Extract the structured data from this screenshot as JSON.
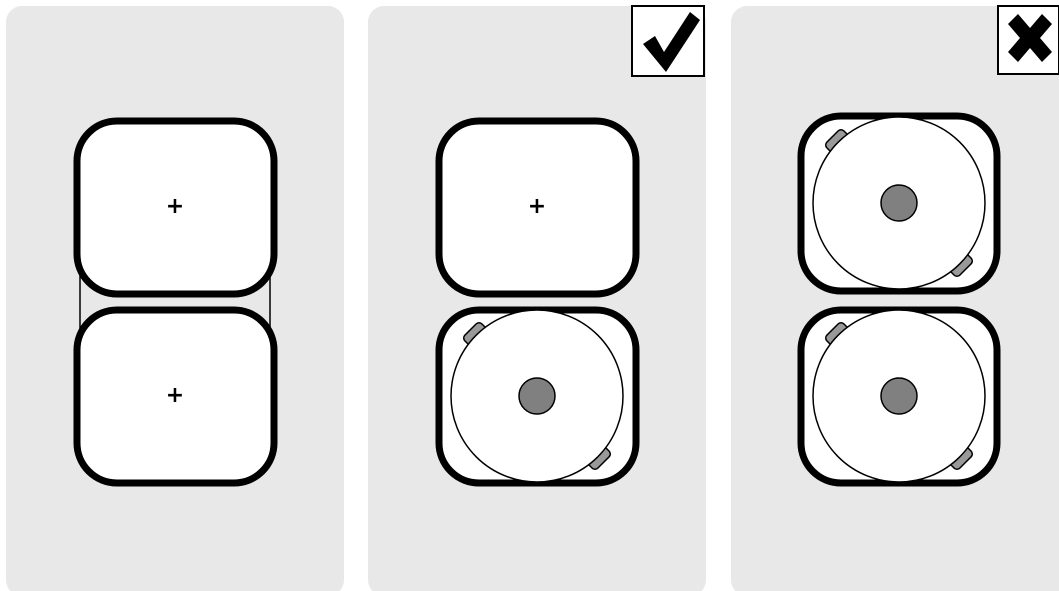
{
  "panels": [
    {
      "id": "empty-zones",
      "badge": null,
      "zones": [
        {
          "position": "top",
          "state": "empty",
          "marker": "+"
        },
        {
          "position": "bottom",
          "state": "empty",
          "marker": "+"
        }
      ],
      "bridge_outline": true
    },
    {
      "id": "one-pot-correct",
      "badge": "check-icon",
      "zones": [
        {
          "position": "top",
          "state": "empty",
          "marker": "+"
        },
        {
          "position": "bottom",
          "state": "pot",
          "marker": ""
        }
      ],
      "bridge_outline": false
    },
    {
      "id": "two-pots-wrong",
      "badge": "cross-icon",
      "zones": [
        {
          "position": "top",
          "state": "pot",
          "marker": ""
        },
        {
          "position": "bottom",
          "state": "pot",
          "marker": ""
        }
      ],
      "bridge_outline": false
    }
  ],
  "colors": {
    "panel_background": "#e8e8e8",
    "zone_outline": "#000000",
    "zone_fill": "#ffffff",
    "pot_fill": "#ffffff",
    "pot_center": "#808080",
    "pot_handle": "#999999",
    "badge_background": "#ffffff",
    "badge_mark": "#000000"
  }
}
